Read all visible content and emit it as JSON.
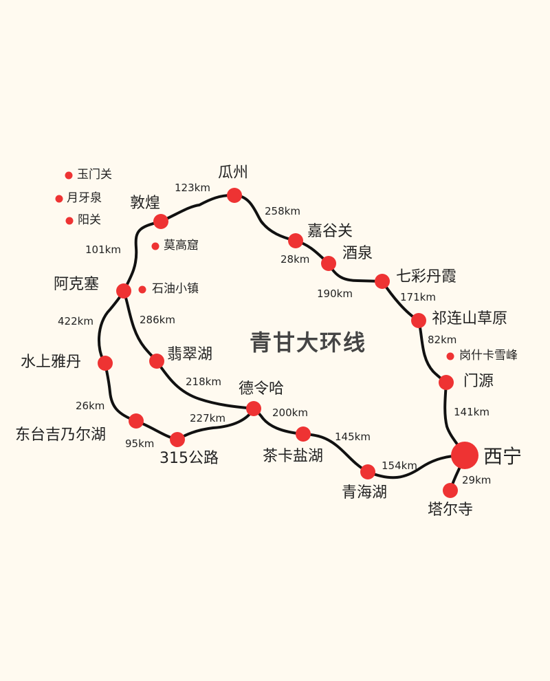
{
  "title": "青甘大环线",
  "colors": {
    "background": "#fffaf0",
    "route_line": "#111111",
    "stop_marker": "#ee3333",
    "text": "#222222"
  },
  "stops": {
    "guazhou": "瓜州",
    "dunhuang": "敦煌",
    "jiayuguan": "嘉谷关",
    "jiuquan": "酒泉",
    "qicai_danxia": "七彩丹霞",
    "qilianshan": "祁连山草原",
    "menyuan": "门源",
    "xining": "西宁",
    "taersi": "塔尔寺",
    "qinghaihu": "青海湖",
    "chaka": "茶卡盐湖",
    "delingha": "德令哈",
    "gonglu315": "315公路",
    "dongtai": "东台吉乃尔湖",
    "shuishang_yadan": "水上雅丹",
    "feicuihu": "翡翠湖",
    "akesai": "阿克塞"
  },
  "points_of_interest": {
    "yumenguan": "玉门关",
    "yueyaquan": "月牙泉",
    "yangguan": "阳关",
    "mogaoku": "莫高窟",
    "shiyou_xiaozhen": "石油小镇",
    "gangshika": "岗什卡雪峰"
  },
  "distances": {
    "dunhuang_guazhou": "123km",
    "guazhou_jiayuguan": "258km",
    "jiayuguan_jiuquan": "28km",
    "jiuquan_qicai": "190km",
    "qicai_qilian": "171km",
    "qilian_menyuan": "82km",
    "menyuan_xining": "141km",
    "xining_taersi": "29km",
    "xining_qinghaihu": "154km",
    "qinghaihu_chaka": "145km",
    "chaka_delingha": "200km",
    "delingha_315": "227km",
    "gonglu315_dongtai": "95km",
    "dongtai_yadan": "26km",
    "yadan_akesai": "422km",
    "akesai_feicui": "286km",
    "feicui_delingha": "218km",
    "akesai_dunhuang": "101km"
  }
}
